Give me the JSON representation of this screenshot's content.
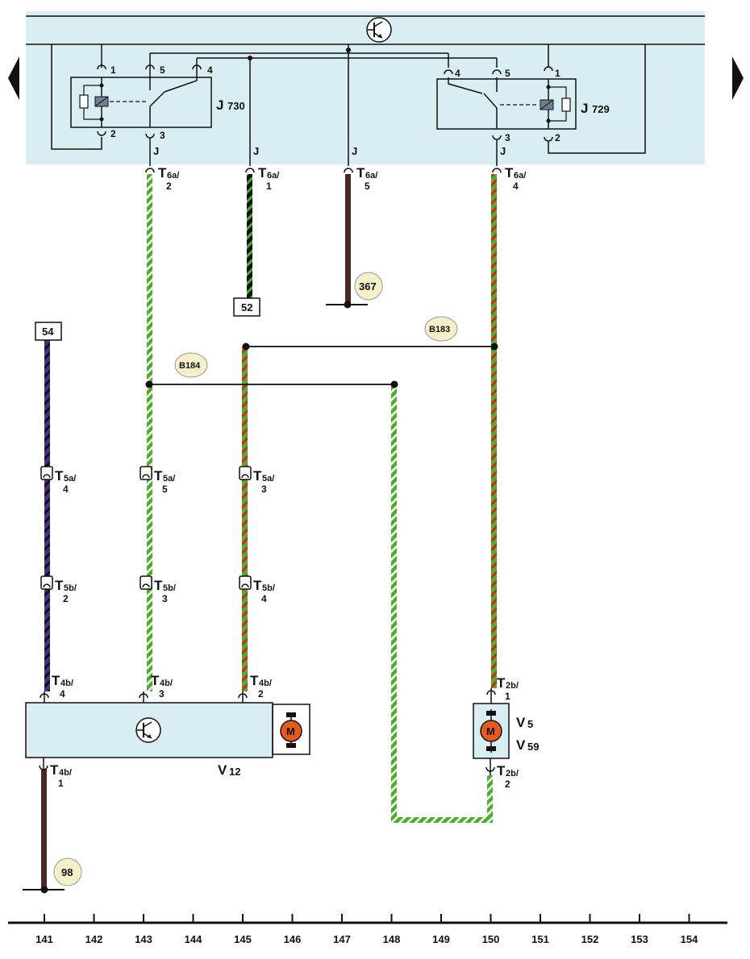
{
  "colors": {
    "panel": "#d9eef3",
    "green": "#4caf2a",
    "red": "#d8231c",
    "black": "#111111",
    "brown": "#4a2a22",
    "violet": "#4b2f86",
    "motor": "#e85a1c",
    "ground_badge": "#f6f0c8"
  },
  "relays": {
    "left": {
      "main": "J",
      "sub": "730",
      "pins": [
        "1",
        "5",
        "4",
        "2",
        "3"
      ]
    },
    "right": {
      "main": "J",
      "sub": "729",
      "pins": [
        "4",
        "5",
        "1",
        "3",
        "2"
      ]
    }
  },
  "wire_letters": [
    "J",
    "J",
    "J",
    "J"
  ],
  "t6a_connectors": [
    {
      "main": "T",
      "sub": "6a/",
      "pin": "2"
    },
    {
      "main": "T",
      "sub": "6a/",
      "pin": "1"
    },
    {
      "main": "T",
      "sub": "6a/",
      "pin": "5"
    },
    {
      "main": "T",
      "sub": "6a/",
      "pin": "4"
    }
  ],
  "boxes": [
    "52",
    "54"
  ],
  "grounds": [
    "367",
    "98"
  ],
  "nodes": [
    "B184",
    "B183"
  ],
  "t5a_connectors": [
    {
      "main": "T",
      "sub": "5a/",
      "pin": "4"
    },
    {
      "main": "T",
      "sub": "5a/",
      "pin": "5"
    },
    {
      "main": "T",
      "sub": "5a/",
      "pin": "3"
    }
  ],
  "t5b_connectors": [
    {
      "main": "T",
      "sub": "5b/",
      "pin": "2"
    },
    {
      "main": "T",
      "sub": "5b/",
      "pin": "3"
    },
    {
      "main": "T",
      "sub": "5b/",
      "pin": "4"
    }
  ],
  "t4b_connectors": [
    {
      "main": "T",
      "sub": "4b/",
      "pin": "4"
    },
    {
      "main": "T",
      "sub": "4b/",
      "pin": "3"
    },
    {
      "main": "T",
      "sub": "4b/",
      "pin": "2"
    },
    {
      "main": "T",
      "sub": "4b/",
      "pin": "1"
    }
  ],
  "t2b_connectors": [
    {
      "main": "T",
      "sub": "2b/",
      "pin": "1"
    },
    {
      "main": "T",
      "sub": "2b/",
      "pin": "2"
    }
  ],
  "components": {
    "v12": {
      "main": "V",
      "sub": "12"
    },
    "v5": {
      "main": "V",
      "sub": "5"
    },
    "v59": {
      "main": "V",
      "sub": "59"
    },
    "motor_letter": "M"
  },
  "ruler": [
    "141",
    "142",
    "143",
    "144",
    "145",
    "146",
    "147",
    "148",
    "149",
    "150",
    "151",
    "152",
    "153",
    "154"
  ]
}
